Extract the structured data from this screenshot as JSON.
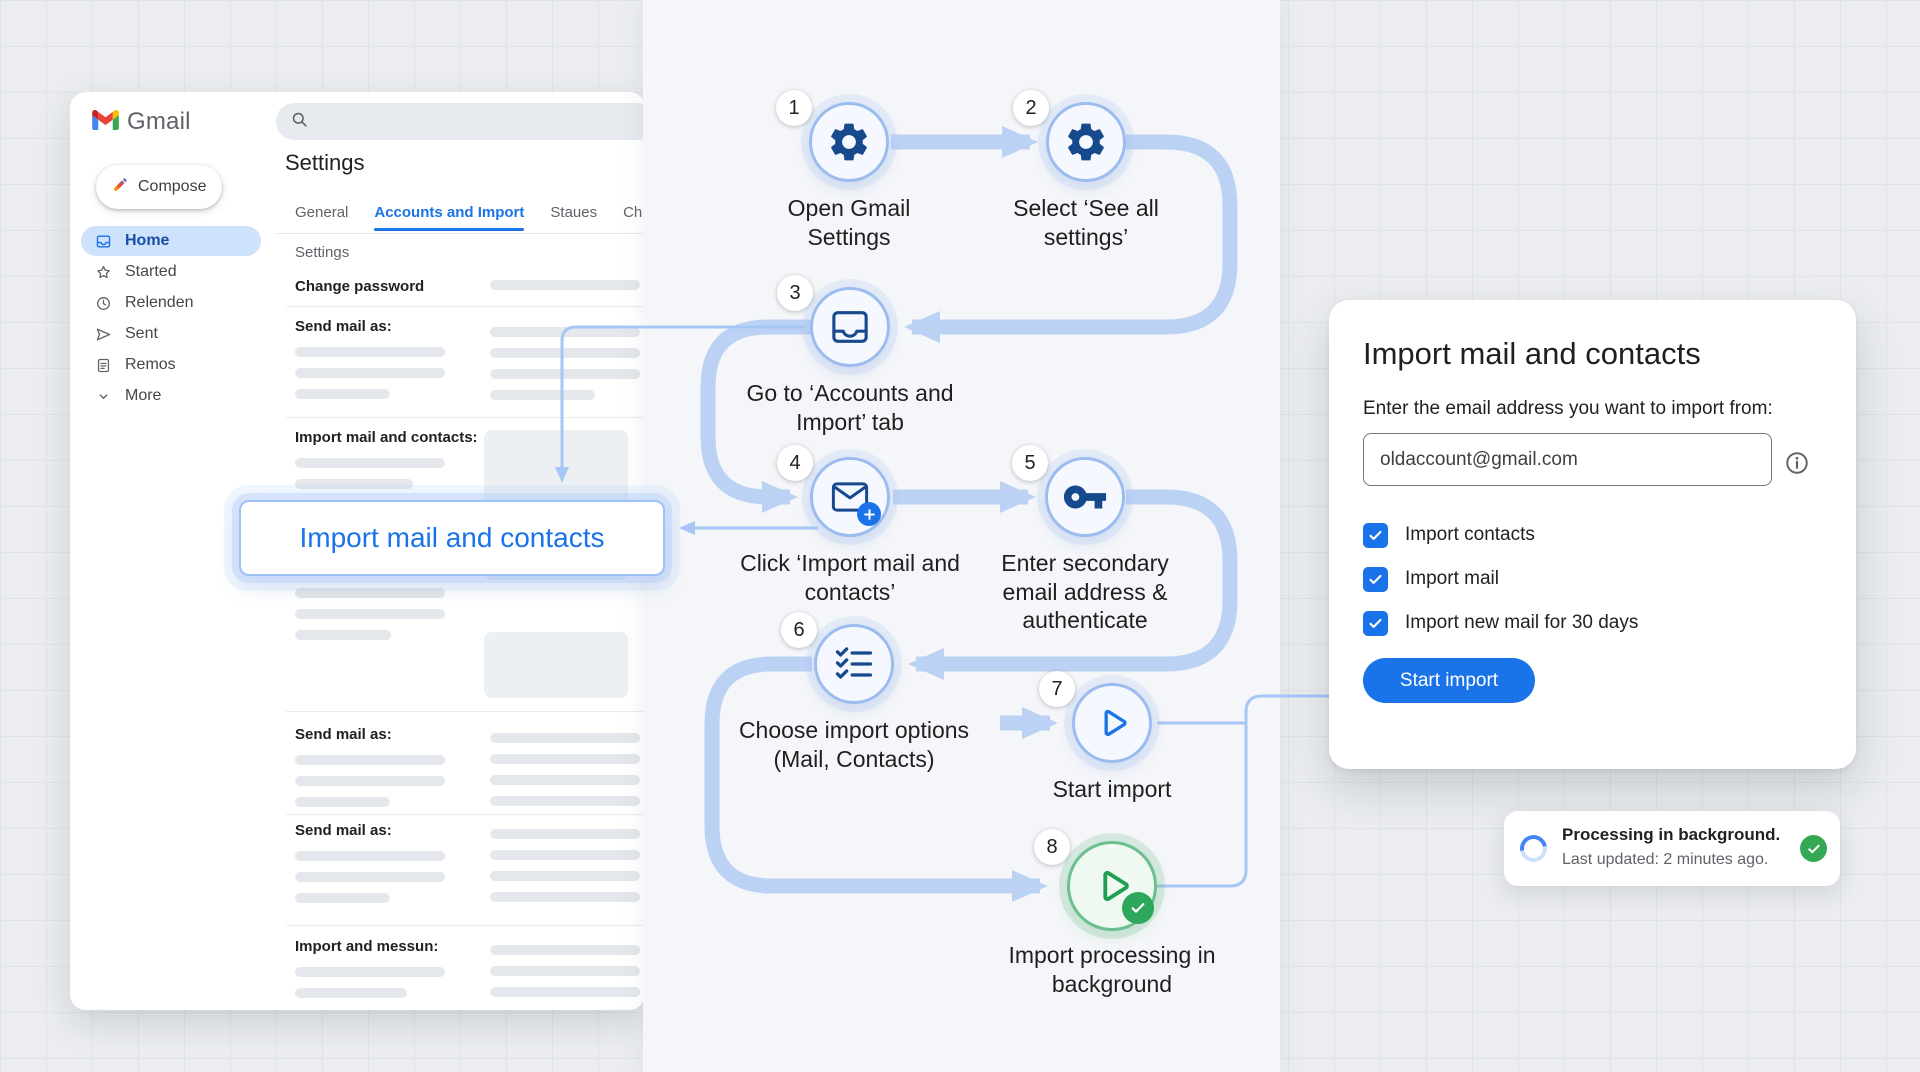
{
  "gmail": {
    "brand": "Gmail",
    "compose": "Compose",
    "sidebar": [
      {
        "label": "Home",
        "active": true
      },
      {
        "label": "Started",
        "active": false
      },
      {
        "label": "Relenden",
        "active": false
      },
      {
        "label": "Sent",
        "active": false
      },
      {
        "label": "Remos",
        "active": false
      },
      {
        "label": "More",
        "active": false
      }
    ],
    "settings_heading": "Settings",
    "tabs": [
      {
        "label": "General",
        "active": false
      },
      {
        "label": "Accounts and Import",
        "active": true
      },
      {
        "label": "Staues",
        "active": false
      },
      {
        "label": "Charoet Ilims",
        "active": false
      }
    ],
    "subheading": "Settings",
    "sections": [
      "Change password",
      "Send mail as:",
      "Import mail and contacts:",
      "Send mail as:",
      "Send mail as:",
      "Import and messun:"
    ],
    "callout": "Import mail and contacts"
  },
  "flow": {
    "steps": [
      {
        "num": "1",
        "label": "Open Gmail Settings",
        "icon": "gear-icon"
      },
      {
        "num": "2",
        "label": "Select ‘See all settings’",
        "icon": "gear-icon"
      },
      {
        "num": "3",
        "label": "Go to ‘Accounts and Import’ tab",
        "icon": "inbox-icon"
      },
      {
        "num": "4",
        "label": "Click ‘Import mail and contacts’",
        "icon": "mail-plus-icon"
      },
      {
        "num": "5",
        "label": "Enter secondary email address & authenticate",
        "icon": "key-icon"
      },
      {
        "num": "6",
        "label": "Choose import options (Mail, Contacts)",
        "icon": "checklist-icon"
      },
      {
        "num": "7",
        "label": "Start import",
        "icon": "play-icon"
      },
      {
        "num": "8",
        "label": "Import processing in background",
        "icon": "play-check-icon"
      }
    ]
  },
  "dialog": {
    "title": "Import mail and contacts",
    "prompt": "Enter the email address you want to import from:",
    "email": "oldaccount@gmail.com",
    "options": [
      {
        "label": "Import contacts",
        "checked": true
      },
      {
        "label": "Import mail",
        "checked": true
      },
      {
        "label": "Import new mail for 30 days",
        "checked": true
      }
    ],
    "submit": "Start import"
  },
  "toast": {
    "title": "Processing in background.",
    "subtitle": "Last updated: 2 minutes ago."
  },
  "colors": {
    "accent": "#1a73e8",
    "flow_band": "#bcd2f5",
    "flow_thin": "#a6c6f6",
    "success": "#34a853",
    "icon_navy": "#174a8c"
  }
}
